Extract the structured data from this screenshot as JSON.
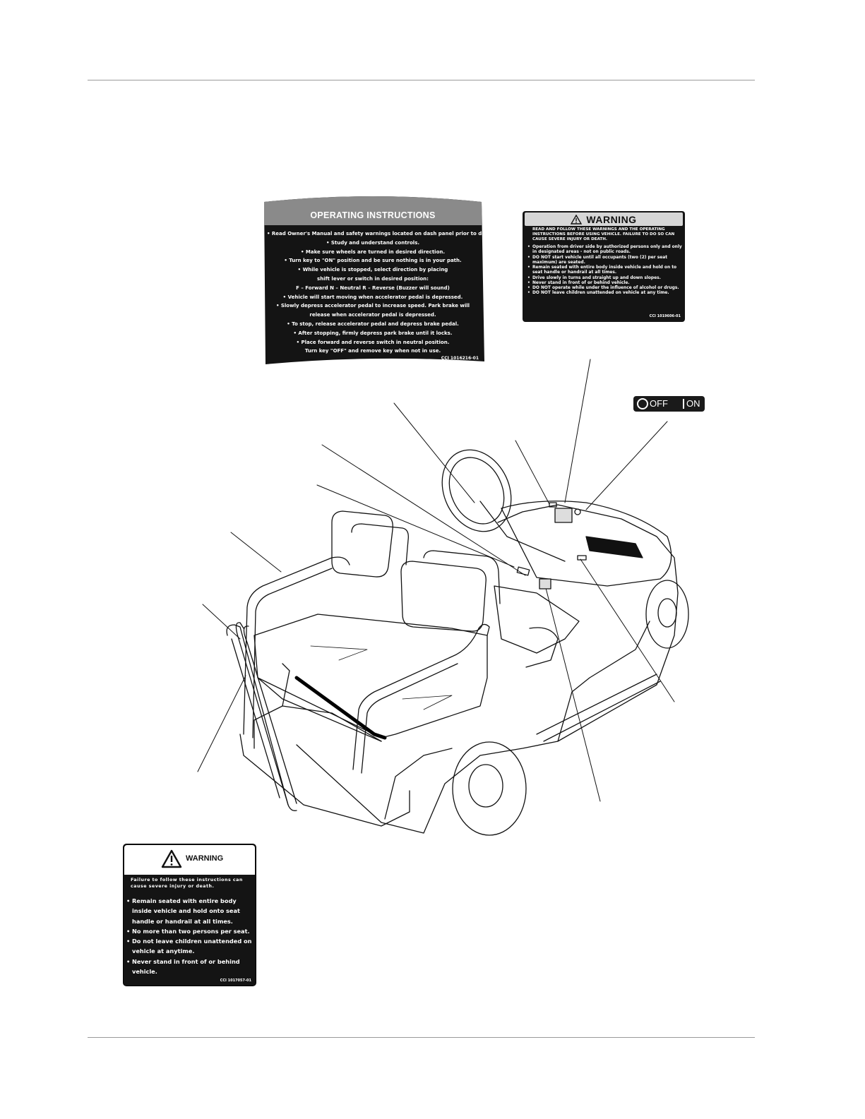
{
  "operating_decal": {
    "title": "OPERATING INSTRUCTIONS",
    "lines": [
      "• Read Owner's Manual and safety warnings located on dash panel prior to driving.",
      "• Study and understand controls.",
      "• Make sure  wheels are turned in desired direction.",
      "• Turn key to \"ON\" position and be sure nothing is in your path.",
      "• While vehicle is stopped, select direction by placing",
      "shift lever or switch in desired position:",
      "F – Forward     N – Neutral     R – Reverse (Buzzer will sound)",
      "• Vehicle will start moving when accelerator pedal is depressed.",
      "• Slowly depress accelerator pedal to increase speed. Park brake will",
      "release when accelerator pedal is depressed.",
      "• To stop, release accelerator pedal and depress brake pedal.",
      "• After stopping, firmly depress park brake until it locks.",
      "• Place forward and reverse switch in neutral position.",
      "Turn key \"OFF\" and remove key when not in use."
    ],
    "code": "CCI 1016216-01"
  },
  "dash_warning": {
    "title": "WARNING",
    "icon": "warning-triangle-icon",
    "intro": "READ AND FOLLOW THESE WARNINGS AND THE OPERATING INSTRUCTIONS BEFORE USING VEHICLE.  FAILURE TO DO SO CAN CAUSE SEVERE INJURY OR DEATH.",
    "items": [
      "Operation from driver side by authorized persons only and only in designated areas - not on public roads.",
      "DO NOT start vehicle until all occupants (two (2) per seat maximum) are seated.",
      "Remain seated with entire body inside vehicle and hold on to seat handle or handrail at all times.",
      "Drive slowly in turns and straight up and down slopes.",
      "Never stand in front of or behind vehicle.",
      "DO NOT operate while under the influence of alcohol or drugs.",
      "DO NOT leave children unattended on vehicle at any time."
    ],
    "code": "CCI 1019606-01"
  },
  "key_switch_decal": {
    "off_label": "OFF",
    "on_label": "ON"
  },
  "rear_warning": {
    "title": "WARNING",
    "icon": "warning-triangle-icon",
    "intro": "Failure to follow these instructions can cause severe injury or death.",
    "items": [
      "Remain seated with entire body inside vehicle and hold onto seat handle or handrail at all times.",
      "No more than two persons per seat.",
      "Do not leave children unattended on vehicle at anytime.",
      "Never stand in front of or behind vehicle."
    ],
    "code": "CCI 1017057-01"
  }
}
